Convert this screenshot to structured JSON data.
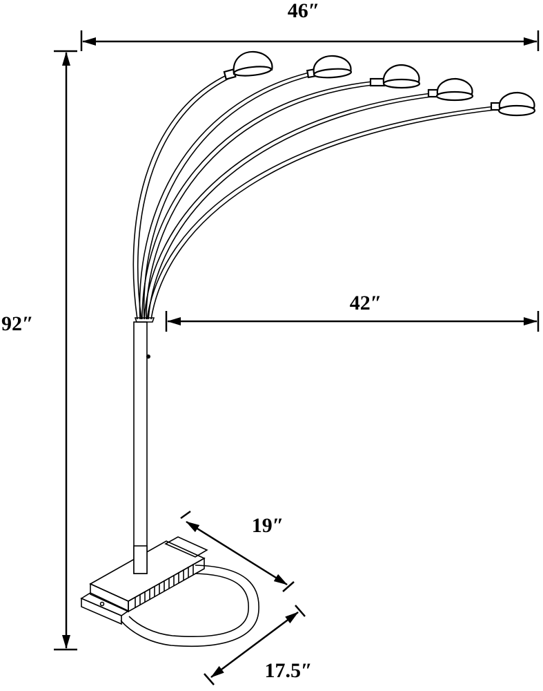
{
  "dimensions": {
    "overall_width": "46″",
    "overall_height": "92″",
    "reach": "42″",
    "base_depth": "19″",
    "base_width": "17.5″"
  },
  "colors": {
    "line": "#000000",
    "background": "#ffffff"
  }
}
